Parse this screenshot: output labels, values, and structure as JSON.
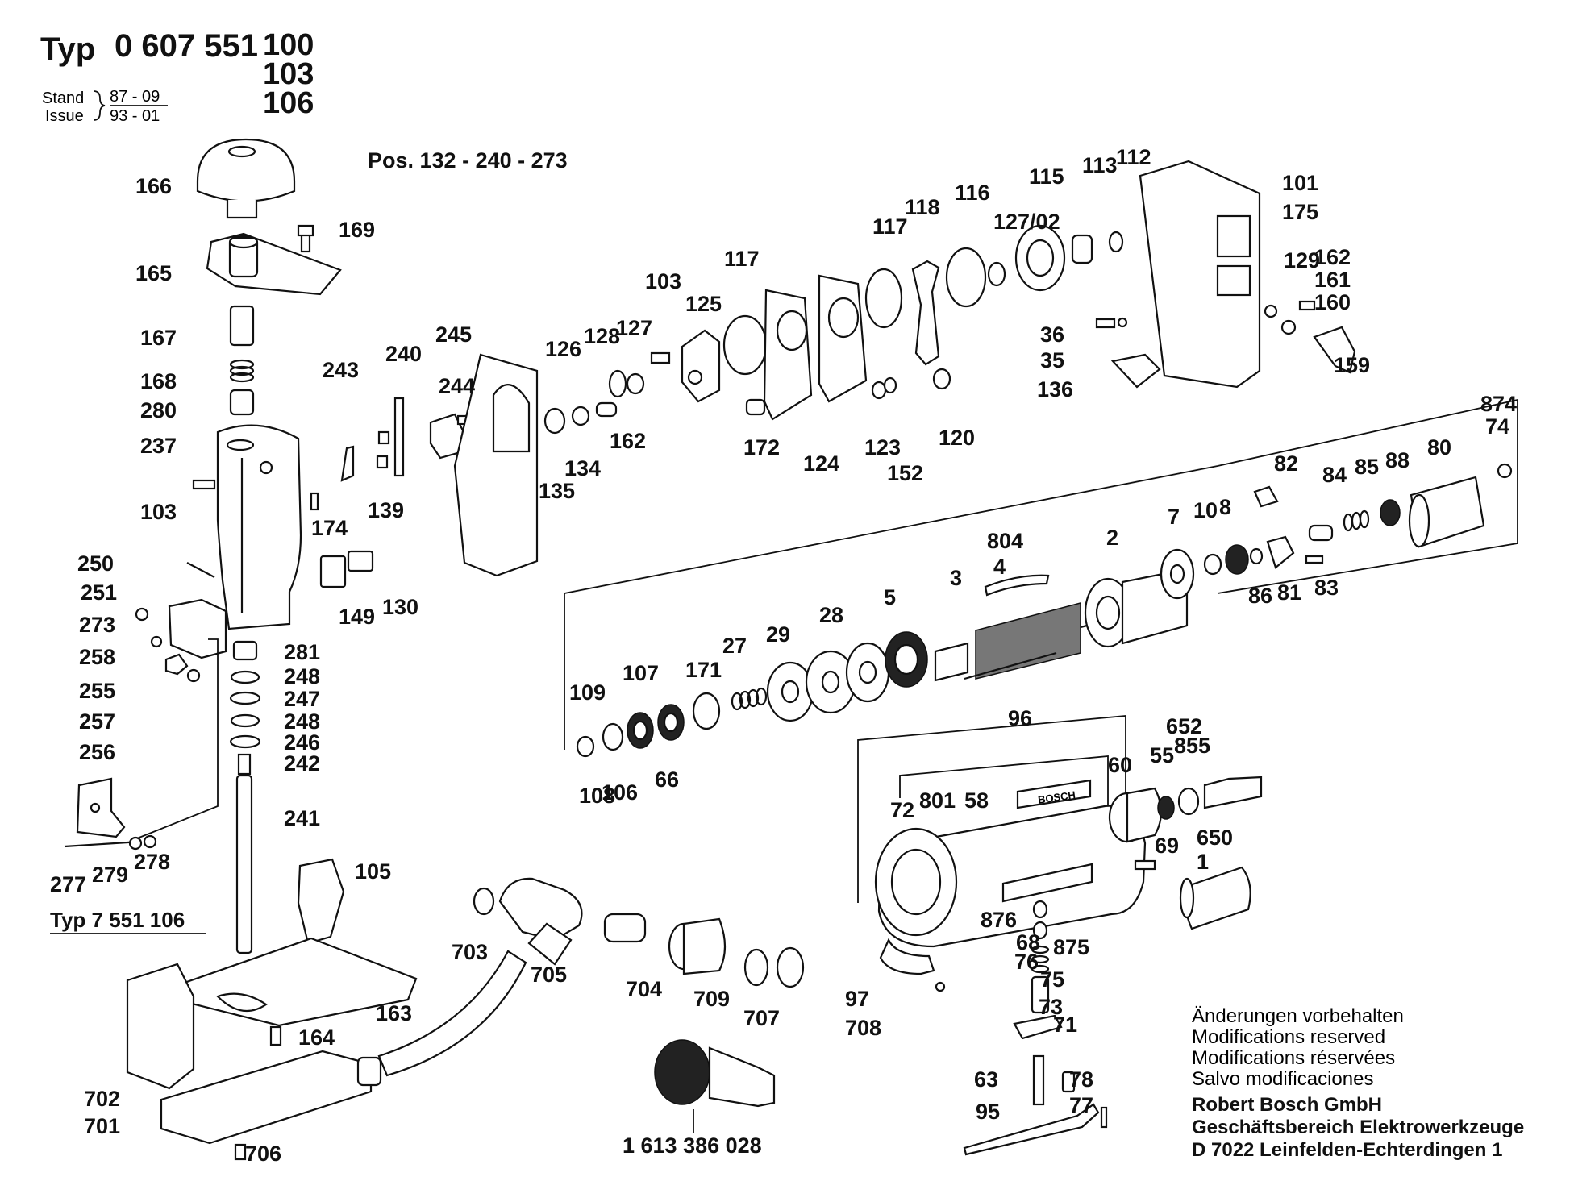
{
  "header": {
    "typ_label": "Typ",
    "type_number": "0 607 551",
    "variants": [
      "100",
      "103",
      "106"
    ],
    "stand_label": "Stand",
    "stand_value": "87 - 09",
    "issue_label": "Issue",
    "issue_value": "93 - 01"
  },
  "position_note": "Pos. 132 - 240 - 273",
  "variant_note": "Typ 7 551 106",
  "accessory_number": "1 613 386 028",
  "disclaimer": [
    "Änderungen vorbehalten",
    "Modifications reserved",
    "Modifications réservées",
    "Salvo modificaciones"
  ],
  "company": [
    "Robert Bosch GmbH",
    "Geschäftsbereich Elektrowerkzeuge",
    "D 7022 Leinfelden-Echterdingen 1"
  ],
  "brand_plate": "BOSCH",
  "part_numbers": [
    "166",
    "169",
    "165",
    "167",
    "168",
    "280",
    "237",
    "103",
    "174",
    "250",
    "251",
    "273",
    "258",
    "255",
    "257",
    "256",
    "281",
    "248",
    "247",
    "248",
    "246",
    "242",
    "241",
    "277",
    "279",
    "278",
    "105",
    "163",
    "164",
    "702",
    "701",
    "706",
    "243",
    "240",
    "245",
    "244",
    "139",
    "149",
    "130",
    "135",
    "126",
    "128",
    "127",
    "103",
    "125",
    "117",
    "134",
    "162",
    "172",
    "124",
    "117",
    "118",
    "116",
    "127/02",
    "115",
    "113",
    "112",
    "123",
    "152",
    "120",
    "101",
    "175",
    "129",
    "162",
    "161",
    "160",
    "36",
    "35",
    "136",
    "159",
    "874",
    "74",
    "80",
    "88",
    "85",
    "84",
    "82",
    "83",
    "81",
    "86",
    "8",
    "10",
    "7",
    "2",
    "804",
    "4",
    "3",
    "5",
    "28",
    "29",
    "27",
    "171",
    "107",
    "109",
    "108",
    "106",
    "66",
    "801",
    "96",
    "58",
    "60",
    "55",
    "855",
    "652",
    "650",
    "1",
    "72",
    "69",
    "876",
    "68",
    "76",
    "875",
    "75",
    "73",
    "71",
    "78",
    "63",
    "77",
    "95",
    "97",
    "708",
    "703",
    "705",
    "704",
    "709",
    "707"
  ]
}
